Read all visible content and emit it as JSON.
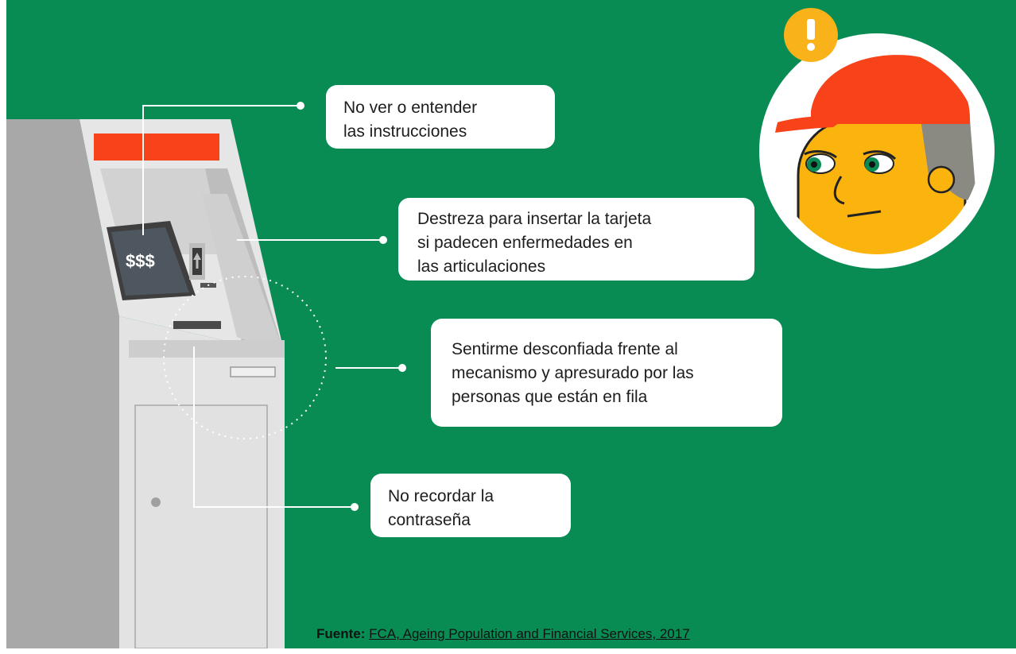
{
  "atm": {
    "screen_text": "$$$",
    "callouts": [
      {
        "text": "No ver o entender\nlas instrucciones"
      },
      {
        "text": "Destreza para insertar la tarjeta\nsi padecen enfermedades en\nlas articulaciones"
      },
      {
        "text": "Sentirme desconfiada frente al\nmecanismo y apresurado por las\npersonas que están en fila"
      },
      {
        "text": "No recordar la\ncontraseña"
      }
    ]
  },
  "footer": {
    "source_label": "Fuente:",
    "source_link": "FCA, Ageing Population and Financial Services, 2017"
  },
  "colors": {
    "background": "#088c53",
    "accent_red": "#f7421a",
    "face_yellow": "#fbb40e",
    "alert_yellow": "#f9b219",
    "atm_body": "#e3e3e3"
  },
  "icons": [
    "alert-exclamation-icon",
    "worried-woman-avatar",
    "arrow-up-icon"
  ]
}
